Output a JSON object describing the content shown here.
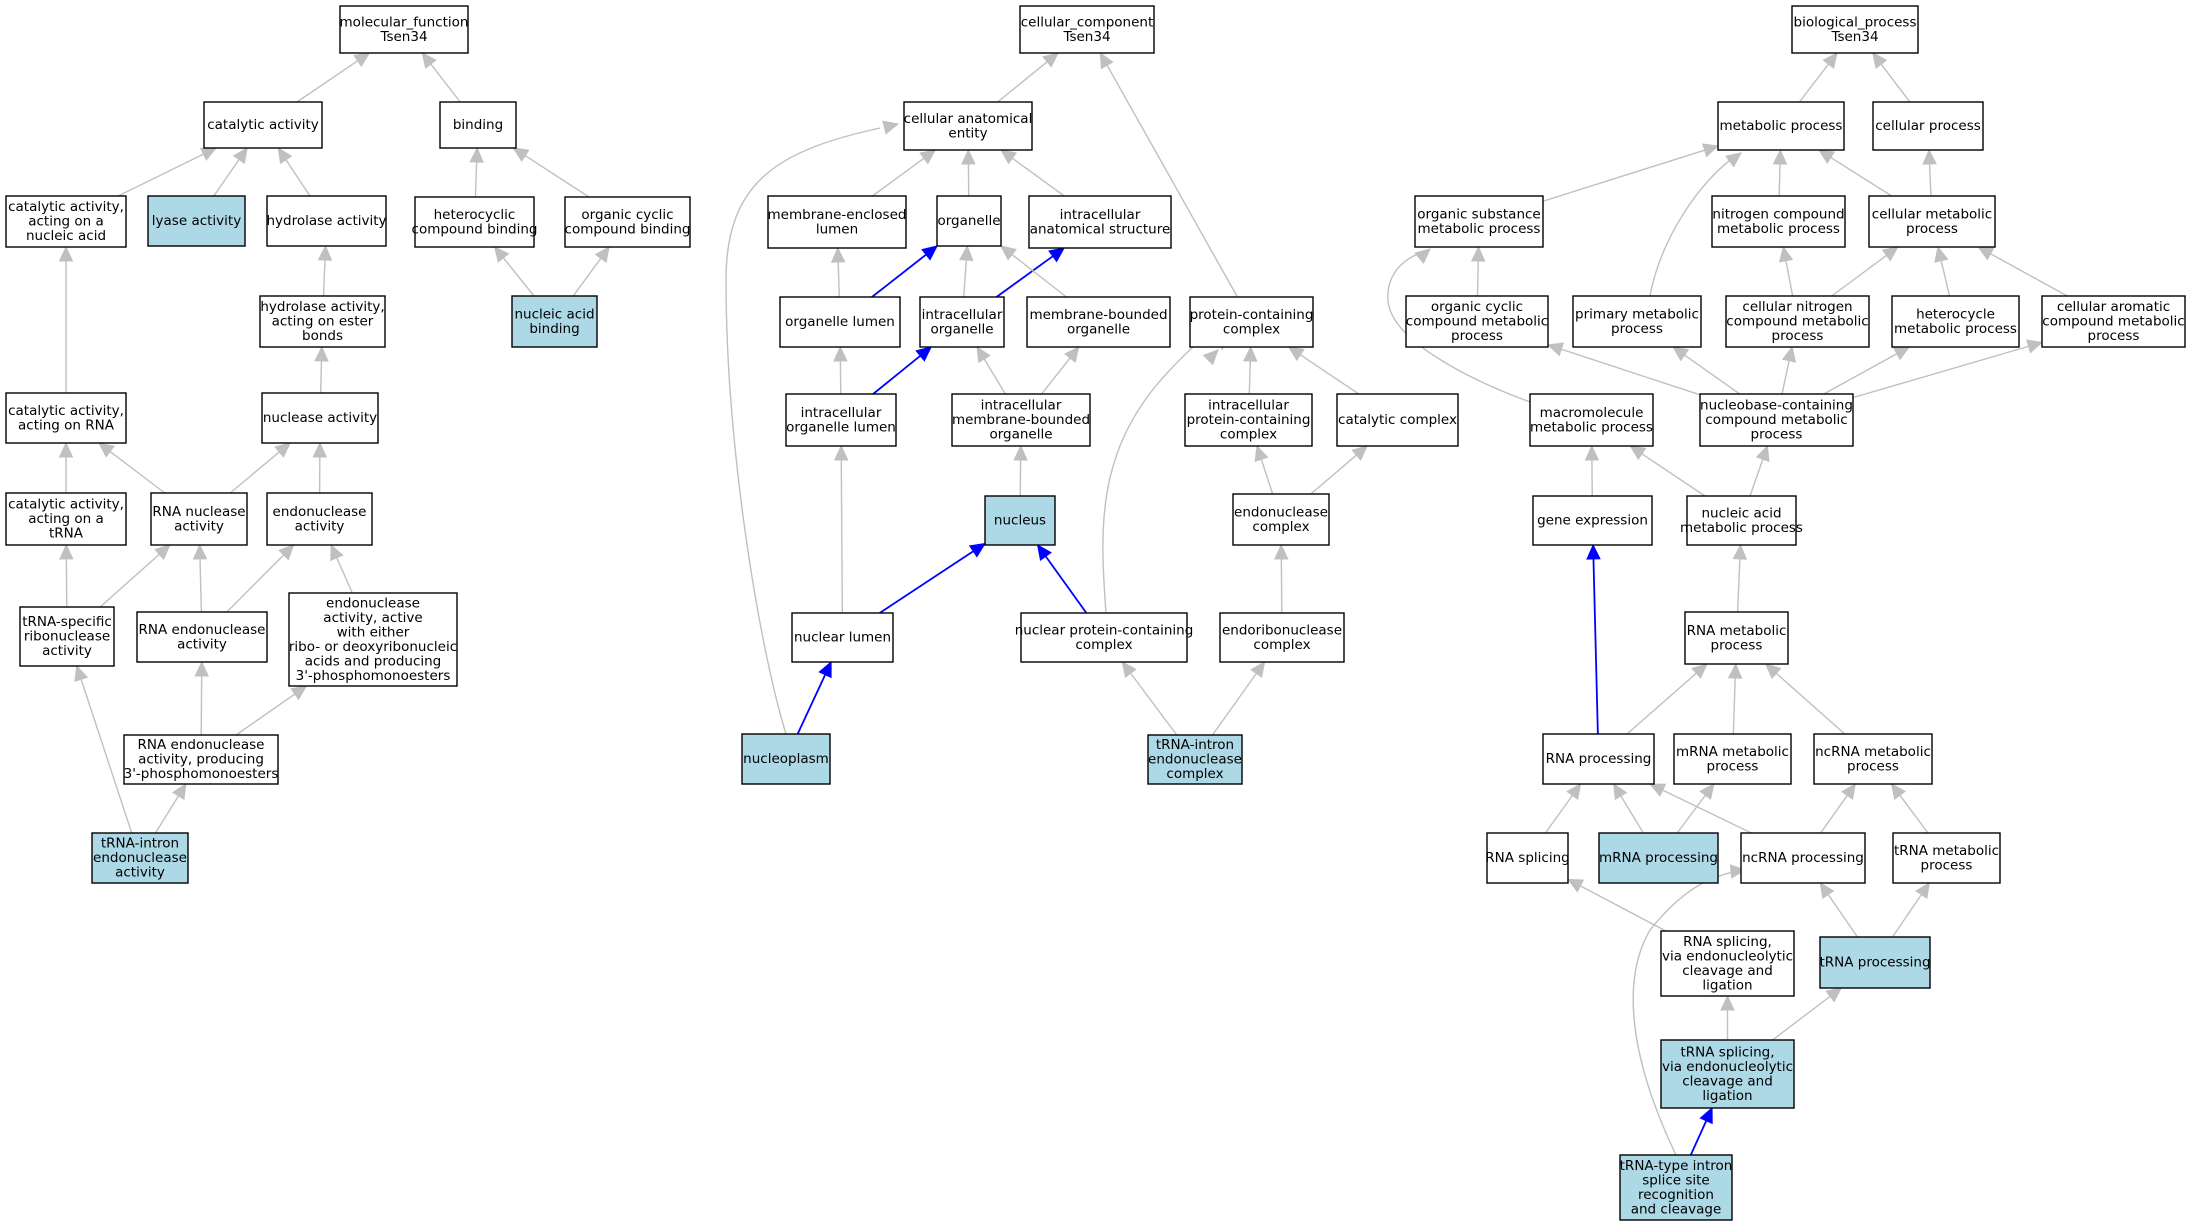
{
  "colors": {
    "highlight_fill": "#add8e6",
    "default_fill": "#ffffff",
    "border": "#000000",
    "edge_gray": "#c0c0c0",
    "edge_blue": "#0000ff"
  },
  "nodes": [
    {
      "id": "mf",
      "lines": [
        "molecular_function",
        "Tsen34"
      ],
      "hl": false
    },
    {
      "id": "cat",
      "lines": [
        "catalytic activity"
      ],
      "hl": false
    },
    {
      "id": "binding",
      "lines": [
        "binding"
      ],
      "hl": false
    },
    {
      "id": "cat_nuc",
      "lines": [
        "catalytic activity,",
        "acting on a",
        "nucleic acid"
      ],
      "hl": false
    },
    {
      "id": "lyase",
      "lines": [
        "lyase activity"
      ],
      "hl": true
    },
    {
      "id": "hydrolase",
      "lines": [
        "hydrolase activity"
      ],
      "hl": false
    },
    {
      "id": "hetero_bind",
      "lines": [
        "heterocyclic",
        "compound binding"
      ],
      "hl": false
    },
    {
      "id": "org_cyc_bind",
      "lines": [
        "organic cyclic",
        "compound binding"
      ],
      "hl": false
    },
    {
      "id": "hydro_ester",
      "lines": [
        "hydrolase activity,",
        "acting on ester",
        "bonds"
      ],
      "hl": false
    },
    {
      "id": "nuc_acid_bind",
      "lines": [
        "nucleic acid",
        "binding"
      ],
      "hl": true
    },
    {
      "id": "cat_rna",
      "lines": [
        "catalytic activity,",
        "acting on RNA"
      ],
      "hl": false
    },
    {
      "id": "nuclease",
      "lines": [
        "nuclease activity"
      ],
      "hl": false
    },
    {
      "id": "cat_trna",
      "lines": [
        "catalytic activity,",
        "acting on a",
        "tRNA"
      ],
      "hl": false
    },
    {
      "id": "rna_nuclease",
      "lines": [
        "RNA nuclease",
        "activity"
      ],
      "hl": false
    },
    {
      "id": "endonuclease",
      "lines": [
        "endonuclease",
        "activity"
      ],
      "hl": false
    },
    {
      "id": "trna_rnase",
      "lines": [
        "tRNA-specific",
        "ribonuclease",
        "activity"
      ],
      "hl": false
    },
    {
      "id": "rna_endo",
      "lines": [
        "RNA endonuclease",
        "activity"
      ],
      "hl": false
    },
    {
      "id": "endo_active",
      "lines": [
        "endonuclease",
        "activity, active",
        "with either",
        "ribo- or deoxyribonucleic",
        "acids and producing",
        "3'-phosphomonoesters"
      ],
      "hl": false
    },
    {
      "id": "rna_endo_3p",
      "lines": [
        "RNA endonuclease",
        "activity, producing",
        "3'-phosphomonoesters"
      ],
      "hl": false
    },
    {
      "id": "trna_intron_endo_act",
      "lines": [
        "tRNA-intron",
        "endonuclease",
        "activity"
      ],
      "hl": true
    },
    {
      "id": "cc",
      "lines": [
        "cellular_component",
        "Tsen34"
      ],
      "hl": false
    },
    {
      "id": "cae",
      "lines": [
        "cellular anatomical",
        "entity"
      ],
      "hl": false
    },
    {
      "id": "mem_lumen",
      "lines": [
        "membrane-enclosed",
        "lumen"
      ],
      "hl": false
    },
    {
      "id": "organelle",
      "lines": [
        "organelle"
      ],
      "hl": false
    },
    {
      "id": "ias",
      "lines": [
        "intracellular",
        "anatomical structure"
      ],
      "hl": false
    },
    {
      "id": "org_lumen",
      "lines": [
        "organelle lumen"
      ],
      "hl": false
    },
    {
      "id": "ic_org",
      "lines": [
        "intracellular",
        "organelle"
      ],
      "hl": false
    },
    {
      "id": "mb_org",
      "lines": [
        "membrane-bounded",
        "organelle"
      ],
      "hl": false
    },
    {
      "id": "pcc",
      "lines": [
        "protein-containing",
        "complex"
      ],
      "hl": false
    },
    {
      "id": "ic_org_lumen",
      "lines": [
        "intracellular",
        "organelle lumen"
      ],
      "hl": false
    },
    {
      "id": "ic_mb_org",
      "lines": [
        "intracellular",
        "membrane-bounded",
        "organelle"
      ],
      "hl": false
    },
    {
      "id": "ic_pcc",
      "lines": [
        "intracellular",
        "protein-containing",
        "complex"
      ],
      "hl": false
    },
    {
      "id": "cat_complex",
      "lines": [
        "catalytic complex"
      ],
      "hl": false
    },
    {
      "id": "nucleus",
      "lines": [
        "nucleus"
      ],
      "hl": true
    },
    {
      "id": "endo_complex",
      "lines": [
        "endonuclease",
        "complex"
      ],
      "hl": false
    },
    {
      "id": "nuc_lumen",
      "lines": [
        "nuclear lumen"
      ],
      "hl": false
    },
    {
      "id": "nuc_pcc",
      "lines": [
        "nuclear protein-containing",
        "complex"
      ],
      "hl": false
    },
    {
      "id": "endoribo_complex",
      "lines": [
        "endoribonuclease",
        "complex"
      ],
      "hl": false
    },
    {
      "id": "nucleoplasm",
      "lines": [
        "nucleoplasm"
      ],
      "hl": true
    },
    {
      "id": "trna_intron_endo_cx",
      "lines": [
        "tRNA-intron",
        "endonuclease",
        "complex"
      ],
      "hl": true
    },
    {
      "id": "bp",
      "lines": [
        "biological_process",
        "Tsen34"
      ],
      "hl": false
    },
    {
      "id": "metab",
      "lines": [
        "metabolic process"
      ],
      "hl": false
    },
    {
      "id": "cellular",
      "lines": [
        "cellular process"
      ],
      "hl": false
    },
    {
      "id": "org_sub",
      "lines": [
        "organic substance",
        "metabolic process"
      ],
      "hl": false
    },
    {
      "id": "nitro",
      "lines": [
        "nitrogen compound",
        "metabolic process"
      ],
      "hl": false
    },
    {
      "id": "cell_metab",
      "lines": [
        "cellular metabolic",
        "process"
      ],
      "hl": false
    },
    {
      "id": "org_cyc_metab",
      "lines": [
        "organic cyclic",
        "compound metabolic",
        "process"
      ],
      "hl": false
    },
    {
      "id": "primary",
      "lines": [
        "primary metabolic",
        "process"
      ],
      "hl": false
    },
    {
      "id": "cell_nitro",
      "lines": [
        "cellular nitrogen",
        "compound metabolic",
        "process"
      ],
      "hl": false
    },
    {
      "id": "heterocycle",
      "lines": [
        "heterocycle",
        "metabolic process"
      ],
      "hl": false
    },
    {
      "id": "cell_arom",
      "lines": [
        "cellular aromatic",
        "compound metabolic",
        "process"
      ],
      "hl": false
    },
    {
      "id": "macro",
      "lines": [
        "macromolecule",
        "metabolic process"
      ],
      "hl": false
    },
    {
      "id": "nucleobase",
      "lines": [
        "nucleobase-containing",
        "compound metabolic",
        "process"
      ],
      "hl": false
    },
    {
      "id": "gene_expr",
      "lines": [
        "gene expression"
      ],
      "hl": false
    },
    {
      "id": "nuc_acid_metab",
      "lines": [
        "nucleic acid",
        "metabolic process"
      ],
      "hl": false
    },
    {
      "id": "rna_metab",
      "lines": [
        "RNA metabolic",
        "process"
      ],
      "hl": false
    },
    {
      "id": "rna_proc",
      "lines": [
        "RNA processing"
      ],
      "hl": false
    },
    {
      "id": "mrna_metab",
      "lines": [
        "mRNA metabolic",
        "process"
      ],
      "hl": false
    },
    {
      "id": "ncrna_metab",
      "lines": [
        "ncRNA metabolic",
        "process"
      ],
      "hl": false
    },
    {
      "id": "rna_splicing",
      "lines": [
        "RNA splicing"
      ],
      "hl": false
    },
    {
      "id": "mrna_proc",
      "lines": [
        "mRNA processing"
      ],
      "hl": true
    },
    {
      "id": "ncrna_proc",
      "lines": [
        "ncRNA processing"
      ],
      "hl": false
    },
    {
      "id": "trna_metab",
      "lines": [
        "tRNA metabolic",
        "process"
      ],
      "hl": false
    },
    {
      "id": "rna_splice_endo",
      "lines": [
        "RNA splicing,",
        "via endonucleolytic",
        "cleavage and",
        "ligation"
      ],
      "hl": false
    },
    {
      "id": "trna_proc",
      "lines": [
        "tRNA processing"
      ],
      "hl": true
    },
    {
      "id": "trna_splice_endo",
      "lines": [
        "tRNA splicing,",
        "via endonucleolytic",
        "cleavage and",
        "ligation"
      ],
      "hl": true
    },
    {
      "id": "trna_intron_splice",
      "lines": [
        "tRNA-type intron",
        "splice site",
        "recognition",
        "and cleavage"
      ],
      "hl": true
    }
  ],
  "edges": [
    {
      "from": "cat",
      "to": "mf",
      "color": "gray"
    },
    {
      "from": "binding",
      "to": "mf",
      "color": "gray"
    },
    {
      "from": "cat_nuc",
      "to": "cat",
      "color": "gray"
    },
    {
      "from": "lyase",
      "to": "cat",
      "color": "gray"
    },
    {
      "from": "hydrolase",
      "to": "cat",
      "color": "gray"
    },
    {
      "from": "hetero_bind",
      "to": "binding",
      "color": "gray"
    },
    {
      "from": "org_cyc_bind",
      "to": "binding",
      "color": "gray"
    },
    {
      "from": "hydro_ester",
      "to": "hydrolase",
      "color": "gray"
    },
    {
      "from": "nuc_acid_bind",
      "to": "hetero_bind",
      "color": "gray"
    },
    {
      "from": "nuc_acid_bind",
      "to": "org_cyc_bind",
      "color": "gray"
    },
    {
      "from": "cat_rna",
      "to": "cat_nuc",
      "color": "gray"
    },
    {
      "from": "nuclease",
      "to": "hydro_ester",
      "color": "gray"
    },
    {
      "from": "cat_trna",
      "to": "cat_rna",
      "color": "gray"
    },
    {
      "from": "rna_nuclease",
      "to": "cat_rna",
      "color": "gray"
    },
    {
      "from": "rna_nuclease",
      "to": "nuclease",
      "color": "gray"
    },
    {
      "from": "endonuclease",
      "to": "nuclease",
      "color": "gray"
    },
    {
      "from": "trna_rnase",
      "to": "cat_trna",
      "color": "gray"
    },
    {
      "from": "trna_rnase",
      "to": "rna_nuclease",
      "color": "gray"
    },
    {
      "from": "rna_endo",
      "to": "rna_nuclease",
      "color": "gray"
    },
    {
      "from": "rna_endo",
      "to": "endonuclease",
      "color": "gray"
    },
    {
      "from": "endo_active",
      "to": "endonuclease",
      "color": "gray"
    },
    {
      "from": "rna_endo_3p",
      "to": "rna_endo",
      "color": "gray"
    },
    {
      "from": "rna_endo_3p",
      "to": "endo_active",
      "color": "gray"
    },
    {
      "from": "trna_intron_endo_act",
      "to": "rna_endo_3p",
      "color": "gray"
    },
    {
      "from": "trna_intron_endo_act",
      "to": "trna_rnase",
      "color": "gray"
    },
    {
      "from": "cae",
      "to": "cc",
      "color": "gray"
    },
    {
      "from": "pcc",
      "to": "cc",
      "color": "gray"
    },
    {
      "from": "mem_lumen",
      "to": "cae",
      "color": "gray"
    },
    {
      "from": "organelle",
      "to": "cae",
      "color": "gray"
    },
    {
      "from": "ias",
      "to": "cae",
      "color": "gray"
    },
    {
      "from": "org_lumen",
      "to": "mem_lumen",
      "color": "gray"
    },
    {
      "from": "org_lumen",
      "to": "organelle",
      "color": "blue"
    },
    {
      "from": "ic_org",
      "to": "organelle",
      "color": "gray"
    },
    {
      "from": "ic_org",
      "to": "ias",
      "color": "blue"
    },
    {
      "from": "mb_org",
      "to": "organelle",
      "color": "gray"
    },
    {
      "from": "ic_org_lumen",
      "to": "org_lumen",
      "color": "gray"
    },
    {
      "from": "ic_org_lumen",
      "to": "ic_org",
      "color": "blue"
    },
    {
      "from": "ic_mb_org",
      "to": "ic_org",
      "color": "gray"
    },
    {
      "from": "ic_mb_org",
      "to": "mb_org",
      "color": "gray"
    },
    {
      "from": "ic_pcc",
      "to": "pcc",
      "color": "gray"
    },
    {
      "from": "cat_complex",
      "to": "pcc",
      "color": "gray"
    },
    {
      "from": "nucleus",
      "to": "ic_mb_org",
      "color": "gray"
    },
    {
      "from": "endo_complex",
      "to": "ic_pcc",
      "color": "gray"
    },
    {
      "from": "endo_complex",
      "to": "cat_complex",
      "color": "gray"
    },
    {
      "from": "nuc_lumen",
      "to": "ic_org_lumen",
      "color": "gray"
    },
    {
      "from": "nuc_lumen",
      "to": "nucleus",
      "color": "blue"
    },
    {
      "from": "nuc_pcc",
      "to": "nucleus",
      "color": "blue"
    },
    {
      "from": "nuc_pcc",
      "to": "pcc",
      "color": "gray",
      "curve": 1
    },
    {
      "from": "endoribo_complex",
      "to": "endo_complex",
      "color": "gray"
    },
    {
      "from": "nucleoplasm",
      "to": "nuc_lumen",
      "color": "blue"
    },
    {
      "from": "nucleoplasm",
      "to": "cae",
      "color": "gray",
      "curve": 2
    },
    {
      "from": "trna_intron_endo_cx",
      "to": "nuc_pcc",
      "color": "gray"
    },
    {
      "from": "trna_intron_endo_cx",
      "to": "endoribo_complex",
      "color": "gray"
    },
    {
      "from": "metab",
      "to": "bp",
      "color": "gray"
    },
    {
      "from": "cellular",
      "to": "bp",
      "color": "gray"
    },
    {
      "from": "org_sub",
      "to": "metab",
      "color": "gray"
    },
    {
      "from": "nitro",
      "to": "metab",
      "color": "gray"
    },
    {
      "from": "cell_metab",
      "to": "metab",
      "color": "gray"
    },
    {
      "from": "cell_metab",
      "to": "cellular",
      "color": "gray"
    },
    {
      "from": "primary",
      "to": "metab",
      "color": "gray",
      "curve": 3
    },
    {
      "from": "org_cyc_metab",
      "to": "org_sub",
      "color": "gray"
    },
    {
      "from": "cell_nitro",
      "to": "nitro",
      "color": "gray"
    },
    {
      "from": "cell_nitro",
      "to": "cell_metab",
      "color": "gray"
    },
    {
      "from": "heterocycle",
      "to": "cell_metab",
      "color": "gray"
    },
    {
      "from": "cell_arom",
      "to": "cell_metab",
      "color": "gray"
    },
    {
      "from": "macro",
      "to": "org_sub",
      "color": "gray",
      "curve": 4
    },
    {
      "from": "nucleobase",
      "to": "org_cyc_metab",
      "color": "gray"
    },
    {
      "from": "nucleobase",
      "to": "primary",
      "color": "gray"
    },
    {
      "from": "nucleobase",
      "to": "cell_nitro",
      "color": "gray"
    },
    {
      "from": "nucleobase",
      "to": "heterocycle",
      "color": "gray"
    },
    {
      "from": "nucleobase",
      "to": "cell_arom",
      "color": "gray"
    },
    {
      "from": "gene_expr",
      "to": "macro",
      "color": "gray"
    },
    {
      "from": "nuc_acid_metab",
      "to": "macro",
      "color": "gray"
    },
    {
      "from": "nuc_acid_metab",
      "to": "nucleobase",
      "color": "gray"
    },
    {
      "from": "rna_metab",
      "to": "nuc_acid_metab",
      "color": "gray"
    },
    {
      "from": "rna_proc",
      "to": "rna_metab",
      "color": "gray"
    },
    {
      "from": "rna_proc",
      "to": "gene_expr",
      "color": "blue"
    },
    {
      "from": "mrna_metab",
      "to": "rna_metab",
      "color": "gray"
    },
    {
      "from": "ncrna_metab",
      "to": "rna_metab",
      "color": "gray"
    },
    {
      "from": "rna_splicing",
      "to": "rna_proc",
      "color": "gray"
    },
    {
      "from": "mrna_proc",
      "to": "rna_proc",
      "color": "gray"
    },
    {
      "from": "mrna_proc",
      "to": "mrna_metab",
      "color": "gray"
    },
    {
      "from": "ncrna_proc",
      "to": "rna_proc",
      "color": "gray"
    },
    {
      "from": "ncrna_proc",
      "to": "ncrna_metab",
      "color": "gray"
    },
    {
      "from": "trna_metab",
      "to": "ncrna_metab",
      "color": "gray"
    },
    {
      "from": "rna_splice_endo",
      "to": "rna_splicing",
      "color": "gray"
    },
    {
      "from": "trna_proc",
      "to": "ncrna_proc",
      "color": "gray"
    },
    {
      "from": "trna_proc",
      "to": "trna_metab",
      "color": "gray"
    },
    {
      "from": "trna_splice_endo",
      "to": "rna_splice_endo",
      "color": "gray"
    },
    {
      "from": "trna_splice_endo",
      "to": "trna_proc",
      "color": "gray"
    },
    {
      "from": "trna_intron_splice",
      "to": "trna_splice_endo",
      "color": "blue"
    },
    {
      "from": "trna_intron_splice",
      "to": "ncrna_proc",
      "color": "gray",
      "curve": 5
    }
  ]
}
